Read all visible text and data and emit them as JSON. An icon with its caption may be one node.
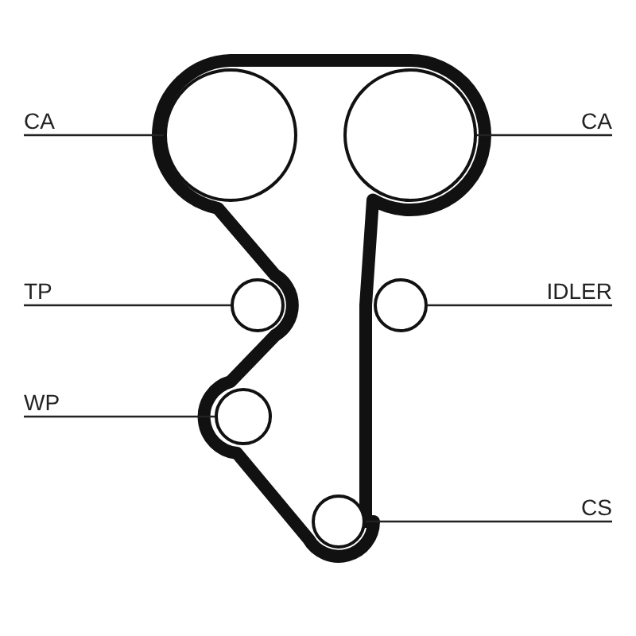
{
  "diagram": {
    "nodes": [
      {
        "text": [
          "CA"
        ]
      },
      {
        "text": [],
        "shape": "circle"
      },
      {
        "text": [],
        "shape": "circle"
      },
      {
        "text": [
          "CA"
        ]
      },
      {
        "text": [
          "TP"
        ]
      },
      {
        "text": [],
        "shape": "circle"
      },
      {
        "text": [],
        "shape": "circle"
      },
      {
        "text": [
          "IDLER"
        ]
      },
      {
        "text": [
          "WP"
        ]
      },
      {
        "text": [],
        "shape": "circle"
      },
      {
        "text": [],
        "shape": "circle"
      },
      {
        "text": [
          "CS"
        ]
      }
    ],
    "edges": [
      {
        "from": 0,
        "to": 1,
        "arrow": "none"
      },
      {
        "from": 3,
        "to": 2,
        "arrow": "none"
      },
      {
        "from": 4,
        "to": 5,
        "arrow": "none"
      },
      {
        "from": 7,
        "to": 6,
        "arrow": "none"
      },
      {
        "from": 8,
        "to": 9,
        "arrow": "none"
      },
      {
        "from": 11,
        "to": 10,
        "arrow": "none"
      }
    ]
  }
}
